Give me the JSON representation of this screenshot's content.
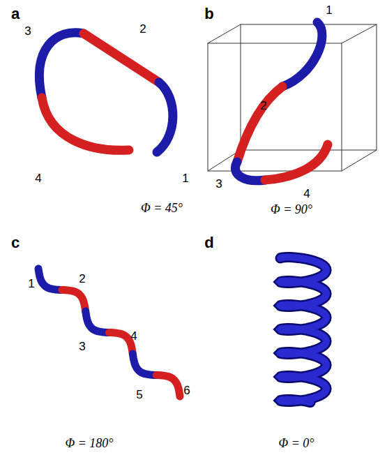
{
  "diagram": {
    "labels": [
      "a",
      "3",
      "2",
      "4",
      "1",
      "Φ = 45°",
      "b",
      "1",
      "2",
      "3",
      "4",
      "Φ = 90°",
      "c",
      "1",
      "2",
      "3",
      "4",
      "5",
      "6",
      "Φ = 180°",
      "d",
      "Φ = 0°"
    ]
  }
}
